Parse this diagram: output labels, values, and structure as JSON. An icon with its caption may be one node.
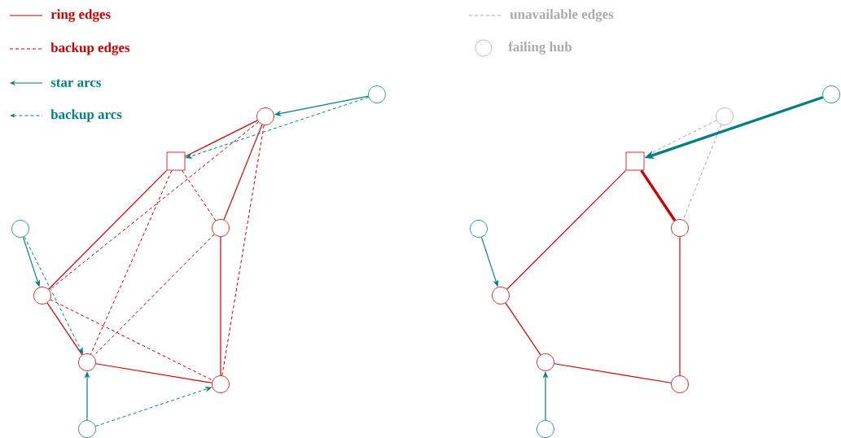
{
  "diagram": {
    "nodes": [
      {
        "text": [],
        "shape": "box"
      },
      {
        "text": [],
        "shape": "circle"
      },
      {
        "text": [],
        "shape": "circle"
      },
      {
        "text": [],
        "shape": "circle"
      },
      {
        "text": [],
        "shape": "circle"
      },
      {
        "text": [],
        "shape": "circle"
      },
      {
        "text": [],
        "shape": "circle"
      },
      {
        "text": [],
        "shape": "circle"
      },
      {
        "text": [],
        "shape": "circle"
      },
      {
        "text": [],
        "shape": "box"
      },
      {
        "text": [],
        "shape": "circle"
      },
      {
        "text": [],
        "shape": "circle"
      },
      {
        "text": [],
        "shape": "circle"
      },
      {
        "text": [],
        "shape": "circle"
      },
      {
        "text": [],
        "shape": "circle"
      },
      {
        "text": [],
        "shape": "circle"
      },
      {
        "text": [],
        "shape": "circle"
      },
      {
        "text": [],
        "shape": "circle"
      }
    ],
    "edges": [
      {
        "from": 0,
        "to": 1,
        "arrow": "none"
      },
      {
        "from": 1,
        "to": 2,
        "arrow": "none"
      },
      {
        "from": 2,
        "to": 5,
        "arrow": "none"
      },
      {
        "from": 5,
        "to": 4,
        "arrow": "none"
      },
      {
        "from": 4,
        "to": 3,
        "arrow": "none"
      },
      {
        "from": 3,
        "to": 0,
        "arrow": "none"
      },
      {
        "from": 1,
        "to": 3,
        "arrow": "none",
        "style": "dashed"
      },
      {
        "from": 1,
        "to": 5,
        "arrow": "none",
        "style": "dashed"
      },
      {
        "from": 0,
        "to": 2,
        "arrow": "none",
        "style": "dashed"
      },
      {
        "from": 0,
        "to": 4,
        "arrow": "none",
        "style": "dashed"
      },
      {
        "from": 2,
        "to": 4,
        "arrow": "none",
        "style": "dashed"
      },
      {
        "from": 3,
        "to": 5,
        "arrow": "none",
        "style": "dashed"
      },
      {
        "from": 6,
        "to": 1,
        "arrow": "to",
        "color": "#008080"
      },
      {
        "from": 6,
        "to": 0,
        "arrow": "to",
        "style": "dashed",
        "color": "#008080"
      },
      {
        "from": 7,
        "to": 3,
        "arrow": "to",
        "color": "#008080"
      },
      {
        "from": 7,
        "to": 4,
        "arrow": "to",
        "style": "dashed",
        "color": "#008080"
      },
      {
        "from": 8,
        "to": 4,
        "arrow": "to",
        "color": "#008080"
      },
      {
        "from": 8,
        "to": 5,
        "arrow": "to",
        "style": "dashed",
        "color": "#008080"
      },
      {
        "from": 9,
        "to": 11,
        "arrow": "none",
        "style": "thick"
      },
      {
        "from": 11,
        "to": 14,
        "arrow": "none"
      },
      {
        "from": 14,
        "to": 13,
        "arrow": "none"
      },
      {
        "from": 13,
        "to": 12,
        "arrow": "none"
      },
      {
        "from": 12,
        "to": 9,
        "arrow": "none"
      },
      {
        "from": 10,
        "to": 9,
        "arrow": "none",
        "style": "dashed",
        "color": "#aaaaaa"
      },
      {
        "from": 10,
        "to": 11,
        "arrow": "none",
        "style": "dashed",
        "color": "#aaaaaa"
      },
      {
        "from": 15,
        "to": 9,
        "arrow": "to",
        "style": "thick",
        "color": "#008080"
      },
      {
        "from": 16,
        "to": 12,
        "arrow": "to",
        "color": "#008080"
      },
      {
        "from": 17,
        "to": 13,
        "arrow": "to",
        "color": "#008080"
      }
    ],
    "legend": [
      {
        "text": "ring edges"
      },
      {
        "text": "backup edges"
      },
      {
        "text": "star arcs"
      },
      {
        "text": "backup arcs"
      },
      {
        "text": "unavailable edges"
      },
      {
        "text": "failing hub"
      }
    ]
  }
}
